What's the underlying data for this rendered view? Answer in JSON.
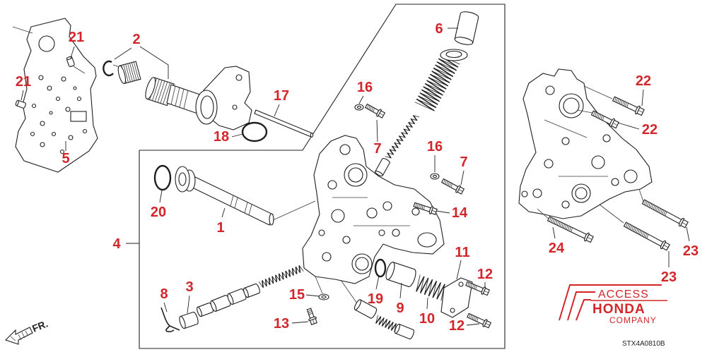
{
  "diagram": {
    "callouts": [
      "21",
      "2",
      "21",
      "5",
      "17",
      "18",
      "6",
      "16",
      "7",
      "16",
      "7",
      "14",
      "22",
      "22",
      "20",
      "1",
      "4",
      "11",
      "12",
      "12",
      "24",
      "23",
      "23",
      "8",
      "3",
      "15",
      "19",
      "9",
      "10",
      "13"
    ],
    "front_marker": "FR.",
    "diagram_code": "STX4A0810B",
    "logo": {
      "line1": "ACCESS",
      "line2": "HONDA",
      "line3": "COMPANY"
    }
  },
  "colors": {
    "callout": "#d3262b",
    "logo": "#d3262b",
    "linework": "#1e1e1e"
  }
}
